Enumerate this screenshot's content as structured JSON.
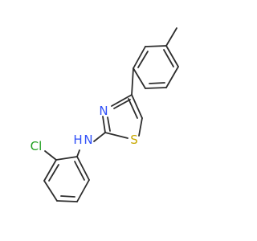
{
  "atoms": {
    "n_ring": "N",
    "s_ring": "S",
    "nh": "H",
    "nh_n": "N",
    "cl": "Cl"
  },
  "colors": {
    "bond": "#2d2d2d",
    "nitrogen": "#3050f8",
    "sulfur": "#c8a800",
    "chlorine": "#1fa01f",
    "background": "#ffffff"
  }
}
